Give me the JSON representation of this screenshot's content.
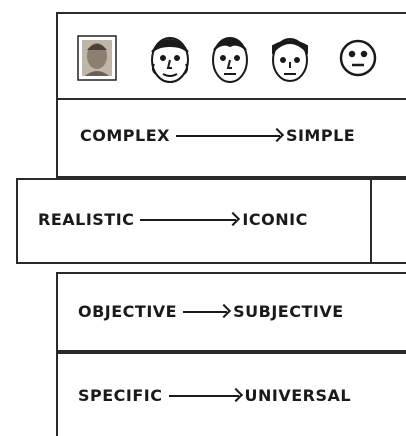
{
  "faces": [
    {
      "icon": "photo-face-icon"
    },
    {
      "icon": "detailed-face-icon"
    },
    {
      "icon": "semi-detailed-face-icon"
    },
    {
      "icon": "simple-face-icon"
    },
    {
      "icon": "smiley-face-icon"
    }
  ],
  "rows": [
    {
      "left": "COMPLEX",
      "right": "SIMPLE"
    },
    {
      "left": "REALISTIC",
      "right": "ICONIC"
    },
    {
      "left": "OBJECTIVE",
      "right": "SUBJECTIVE"
    },
    {
      "left": "SPECIFIC",
      "right": "UNIVERSAL"
    }
  ]
}
